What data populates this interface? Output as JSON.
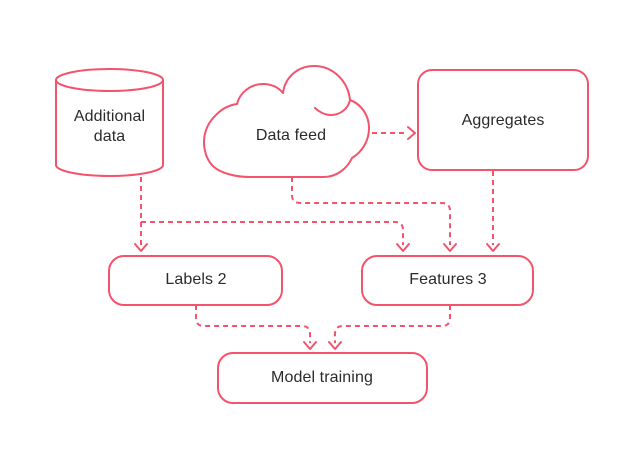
{
  "diagram": {
    "background_color": "#ffffff",
    "accent_color": "#f4536c",
    "text_color": "#2b2b2b",
    "line_style": "dashed-with-open-arrowheads",
    "nodes": {
      "additional_data": {
        "label": "Additional data",
        "shape": "database-cylinder"
      },
      "data_feed": {
        "label": "Data feed",
        "shape": "cloud"
      },
      "aggregates": {
        "label": "Aggregates",
        "shape": "rounded-rectangle"
      },
      "labels_2": {
        "label": "Labels 2",
        "shape": "rounded-rectangle"
      },
      "features_3": {
        "label": "Features 3",
        "shape": "rounded-rectangle"
      },
      "model_training": {
        "label": "Model training",
        "shape": "rounded-rectangle"
      }
    },
    "edges": [
      {
        "from": "additional_data",
        "to": "labels_2"
      },
      {
        "from": "additional_data",
        "to": "features_3"
      },
      {
        "from": "data_feed",
        "to": "aggregates"
      },
      {
        "from": "data_feed",
        "to": "features_3"
      },
      {
        "from": "aggregates",
        "to": "features_3"
      },
      {
        "from": "labels_2",
        "to": "model_training"
      },
      {
        "from": "features_3",
        "to": "model_training"
      }
    ]
  }
}
